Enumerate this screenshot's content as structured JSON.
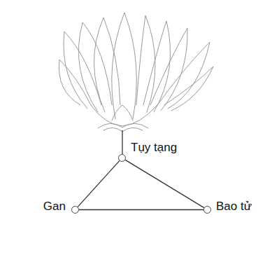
{
  "diagram": {
    "nodes": [
      {
        "text": [
          "Tụy tạng"
        ]
      },
      {
        "text": [
          "Gan"
        ]
      },
      {
        "text": [
          "Bao tử"
        ]
      }
    ],
    "edges": [
      {
        "from": 0,
        "to": 1,
        "arrow": "none"
      },
      {
        "from": 0,
        "to": 2,
        "arrow": "none"
      },
      {
        "from": 1,
        "to": 2,
        "arrow": "none"
      }
    ]
  }
}
